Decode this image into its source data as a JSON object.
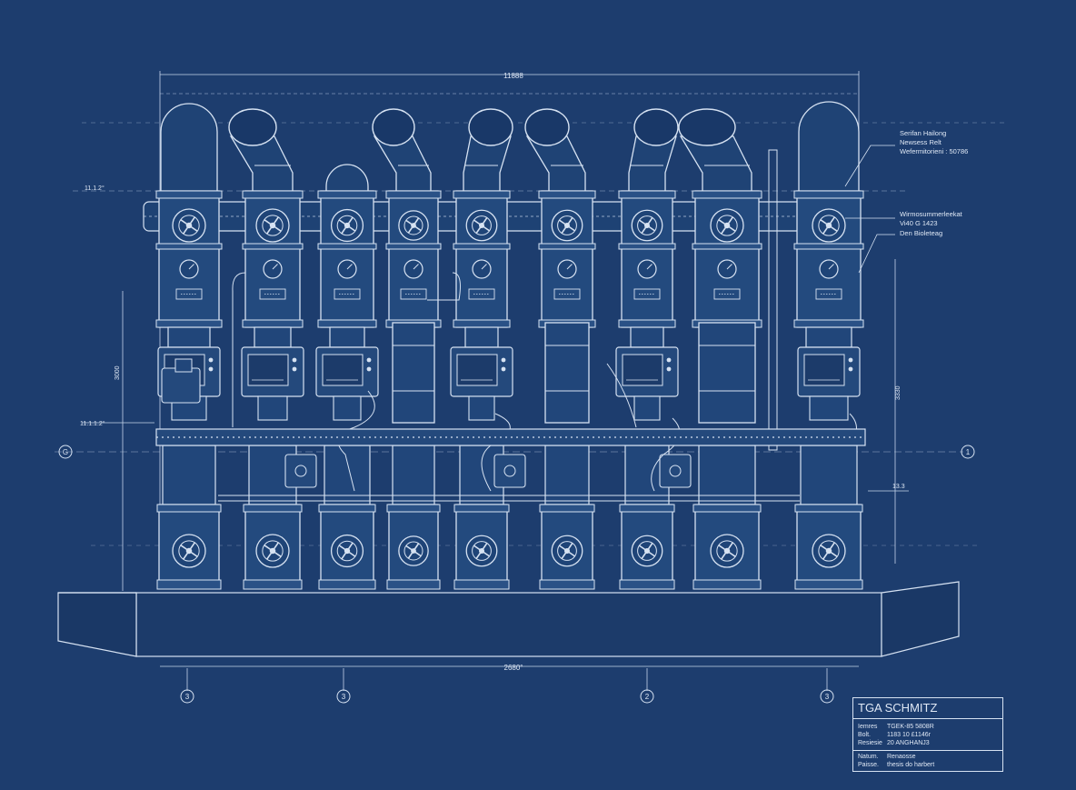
{
  "dimensions": {
    "top": "11888",
    "bottom": "2680°",
    "left_top": "11.1.2°",
    "left_mid": "3000",
    "left_lower": "11.1.1.2°",
    "right_mid": "3330",
    "right_lower": "13.3"
  },
  "grid_markers": {
    "left": "G",
    "right": "1",
    "bottom": [
      "3",
      "3",
      "2",
      "3"
    ]
  },
  "callouts": [
    {
      "lines": [
        "Serifan Hailong",
        "Newsess Relt",
        "Wefermitorieni : 50786"
      ]
    },
    {
      "lines": [
        "Wirmosummerleekat",
        "Vi40 G 1423",
        "Den Bioleteag"
      ]
    }
  ],
  "title_block": {
    "title": "TGA SCHMITZ",
    "rows": [
      {
        "label": "Iemres",
        "value": "TGEK-85 5808R"
      },
      {
        "label": "Bolt.",
        "value": "1183 10 £1146r"
      },
      {
        "label": "Resiesie",
        "value": "20 ANGHANJ3"
      }
    ],
    "footer": [
      {
        "label": "Natum.",
        "value": "Renaosse"
      },
      {
        "label": "Paisse.",
        "value": "thesis do harbert"
      }
    ]
  },
  "colors": {
    "background": "#1d3d6e",
    "line": "#d6e2f2"
  },
  "icons": [
    "valve-wheel-icon",
    "pressure-gauge-icon",
    "control-panel-icon",
    "pump-motor-icon"
  ]
}
